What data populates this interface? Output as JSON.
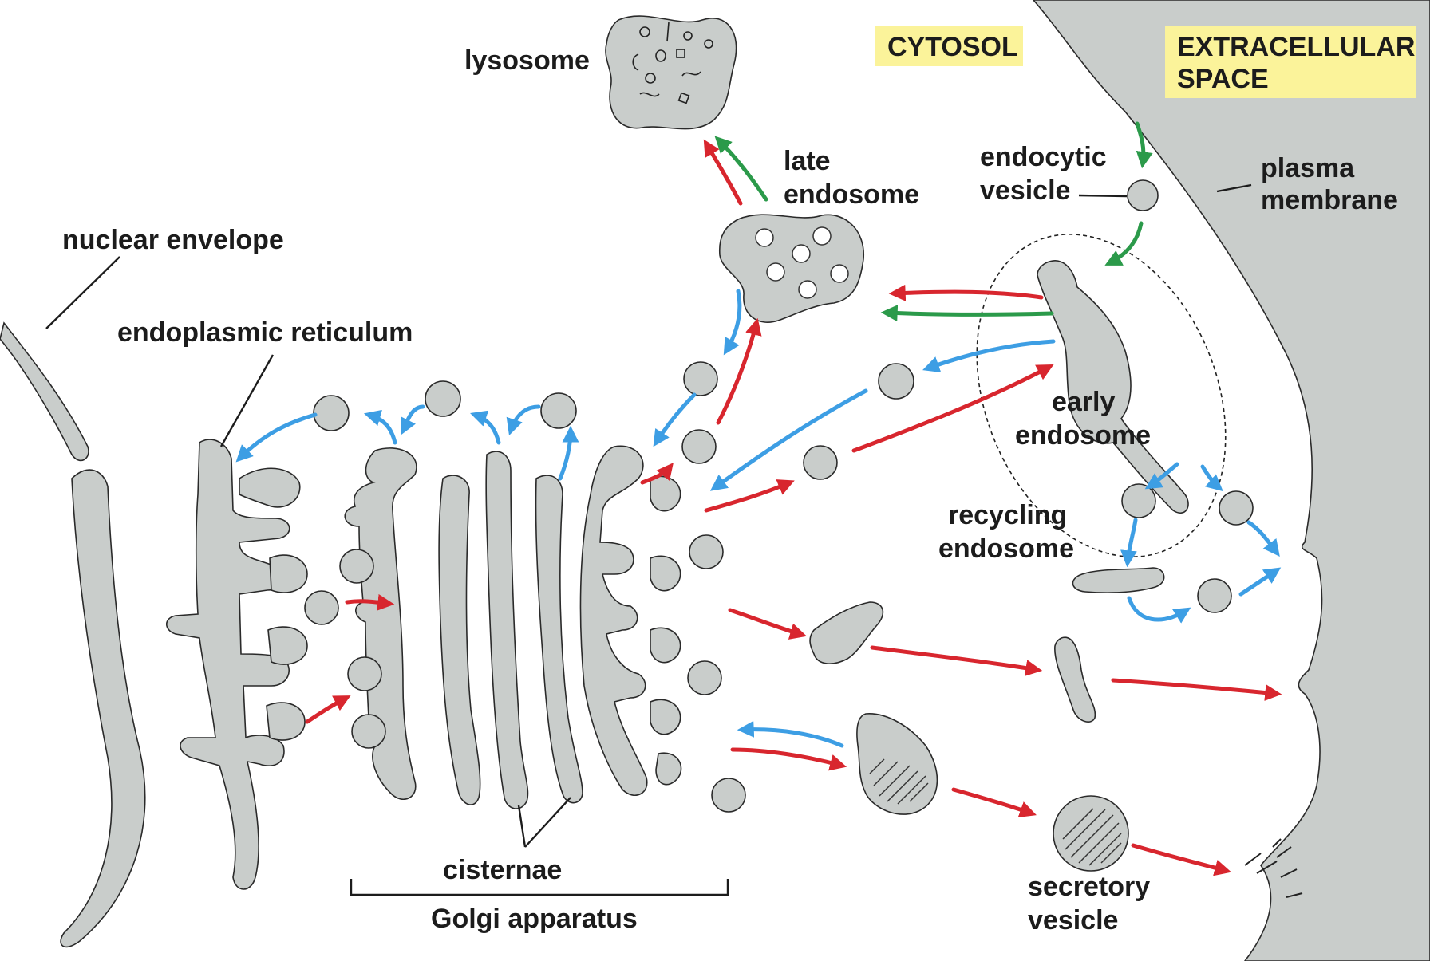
{
  "labels": {
    "cytosol": "CYTOSOL",
    "extracellular_1": "EXTRACELLULAR",
    "extracellular_2": "SPACE",
    "lysosome": "lysosome",
    "late_endosome_1": "late",
    "late_endosome_2": "endosome",
    "endocytic_vesicle_1": "endocytic",
    "endocytic_vesicle_2": "vesicle",
    "plasma_membrane_1": "plasma",
    "plasma_membrane_2": "membrane",
    "nuclear_envelope": "nuclear envelope",
    "endoplasmic_reticulum": "endoplasmic reticulum",
    "early_endosome_1": "early",
    "early_endosome_2": "endosome",
    "recycling_endosome_1": "recycling",
    "recycling_endosome_2": "endosome",
    "cisternae": "cisternae",
    "golgi_apparatus": "Golgi apparatus",
    "secretory_vesicle_1": "secretory",
    "secretory_vesicle_2": "vesicle"
  },
  "colors": {
    "organelle_fill": "#c9cdcb",
    "highlight_box": "#fbf39a",
    "pathway_red": "#d8262e",
    "pathway_blue": "#3d9ee4",
    "pathway_green": "#2b9a4a"
  },
  "pathways": [
    "biosynthetic-secretory",
    "retrieval",
    "endocytic"
  ]
}
